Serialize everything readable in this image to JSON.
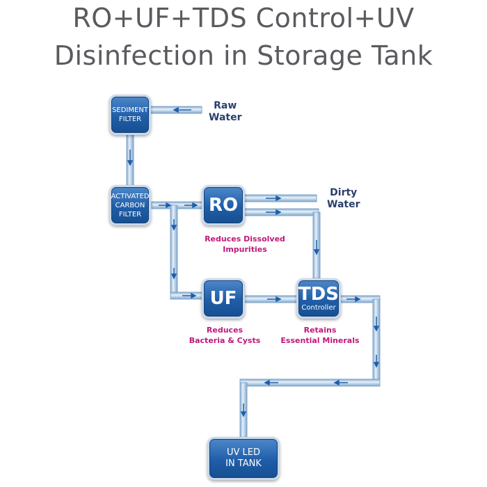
{
  "title": {
    "line1": "RO+UF+TDS Control+UV",
    "line2": "Disinfection in Storage Tank"
  },
  "nodes": {
    "sediment": {
      "line1": "SEDIMENT",
      "line2": "FILTER"
    },
    "carbon": {
      "line1": "ACTIVATED",
      "line2": "CARBON",
      "line3": "FILTER"
    },
    "ro": {
      "label": "RO"
    },
    "uf": {
      "label": "UF"
    },
    "tds": {
      "label": "TDS",
      "sub": "Controller"
    },
    "uv": {
      "line1": "UV LED",
      "line2": "IN TANK"
    }
  },
  "inputs": {
    "raw_line1": "Raw",
    "raw_line2": "Water",
    "dirty_line1": "Dirty",
    "dirty_line2": "Water"
  },
  "notes": {
    "ro": "Reduces Dissolved Impurities",
    "uf_line1": "Reduces",
    "uf_line2": "Bacteria & Cysts",
    "tds_line1": "Retains",
    "tds_line2": "Essential Minerals"
  },
  "colors": {
    "box": "#1f5ea8",
    "pipe": "#a9c6e2",
    "arrow": "#1f5ea8",
    "note": "#c0187a",
    "label": "#2a3f6b",
    "title": "#5a5a5f"
  }
}
